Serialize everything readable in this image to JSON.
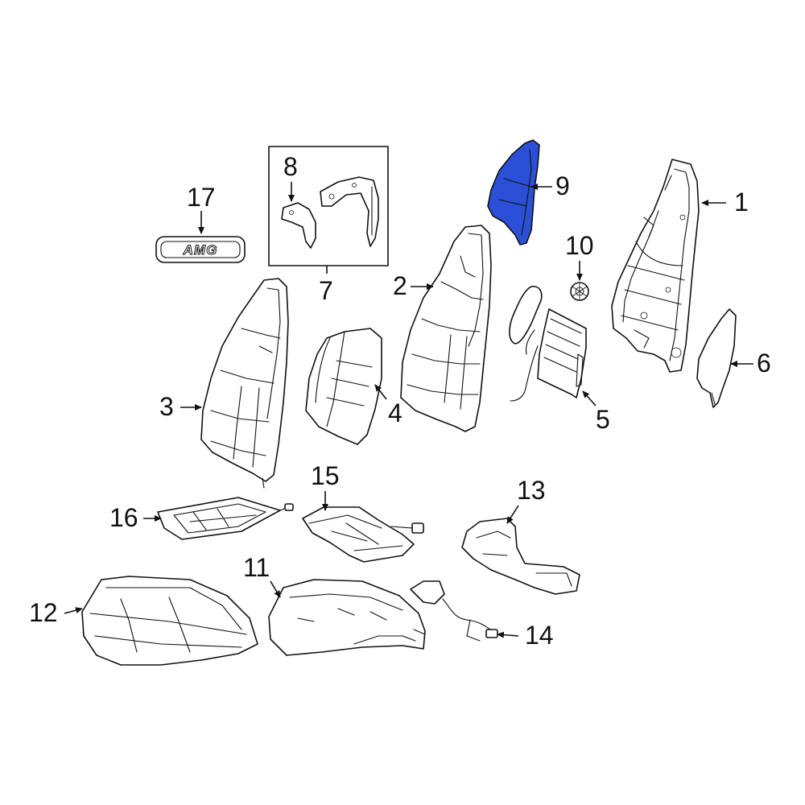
{
  "diagram": {
    "highlight_color": "#2b4fd6",
    "line_color": "#111111",
    "background": "#ffffff",
    "badge_text": "AMG",
    "callouts": {
      "c1": "1",
      "c2": "2",
      "c3": "3",
      "c4": "4",
      "c5": "5",
      "c6": "6",
      "c7": "7",
      "c8": "8",
      "c9": "9",
      "c10": "10",
      "c11": "11",
      "c12": "12",
      "c13": "13",
      "c14": "14",
      "c15": "15",
      "c16": "16",
      "c17": "17"
    },
    "highlighted_part": "9"
  }
}
